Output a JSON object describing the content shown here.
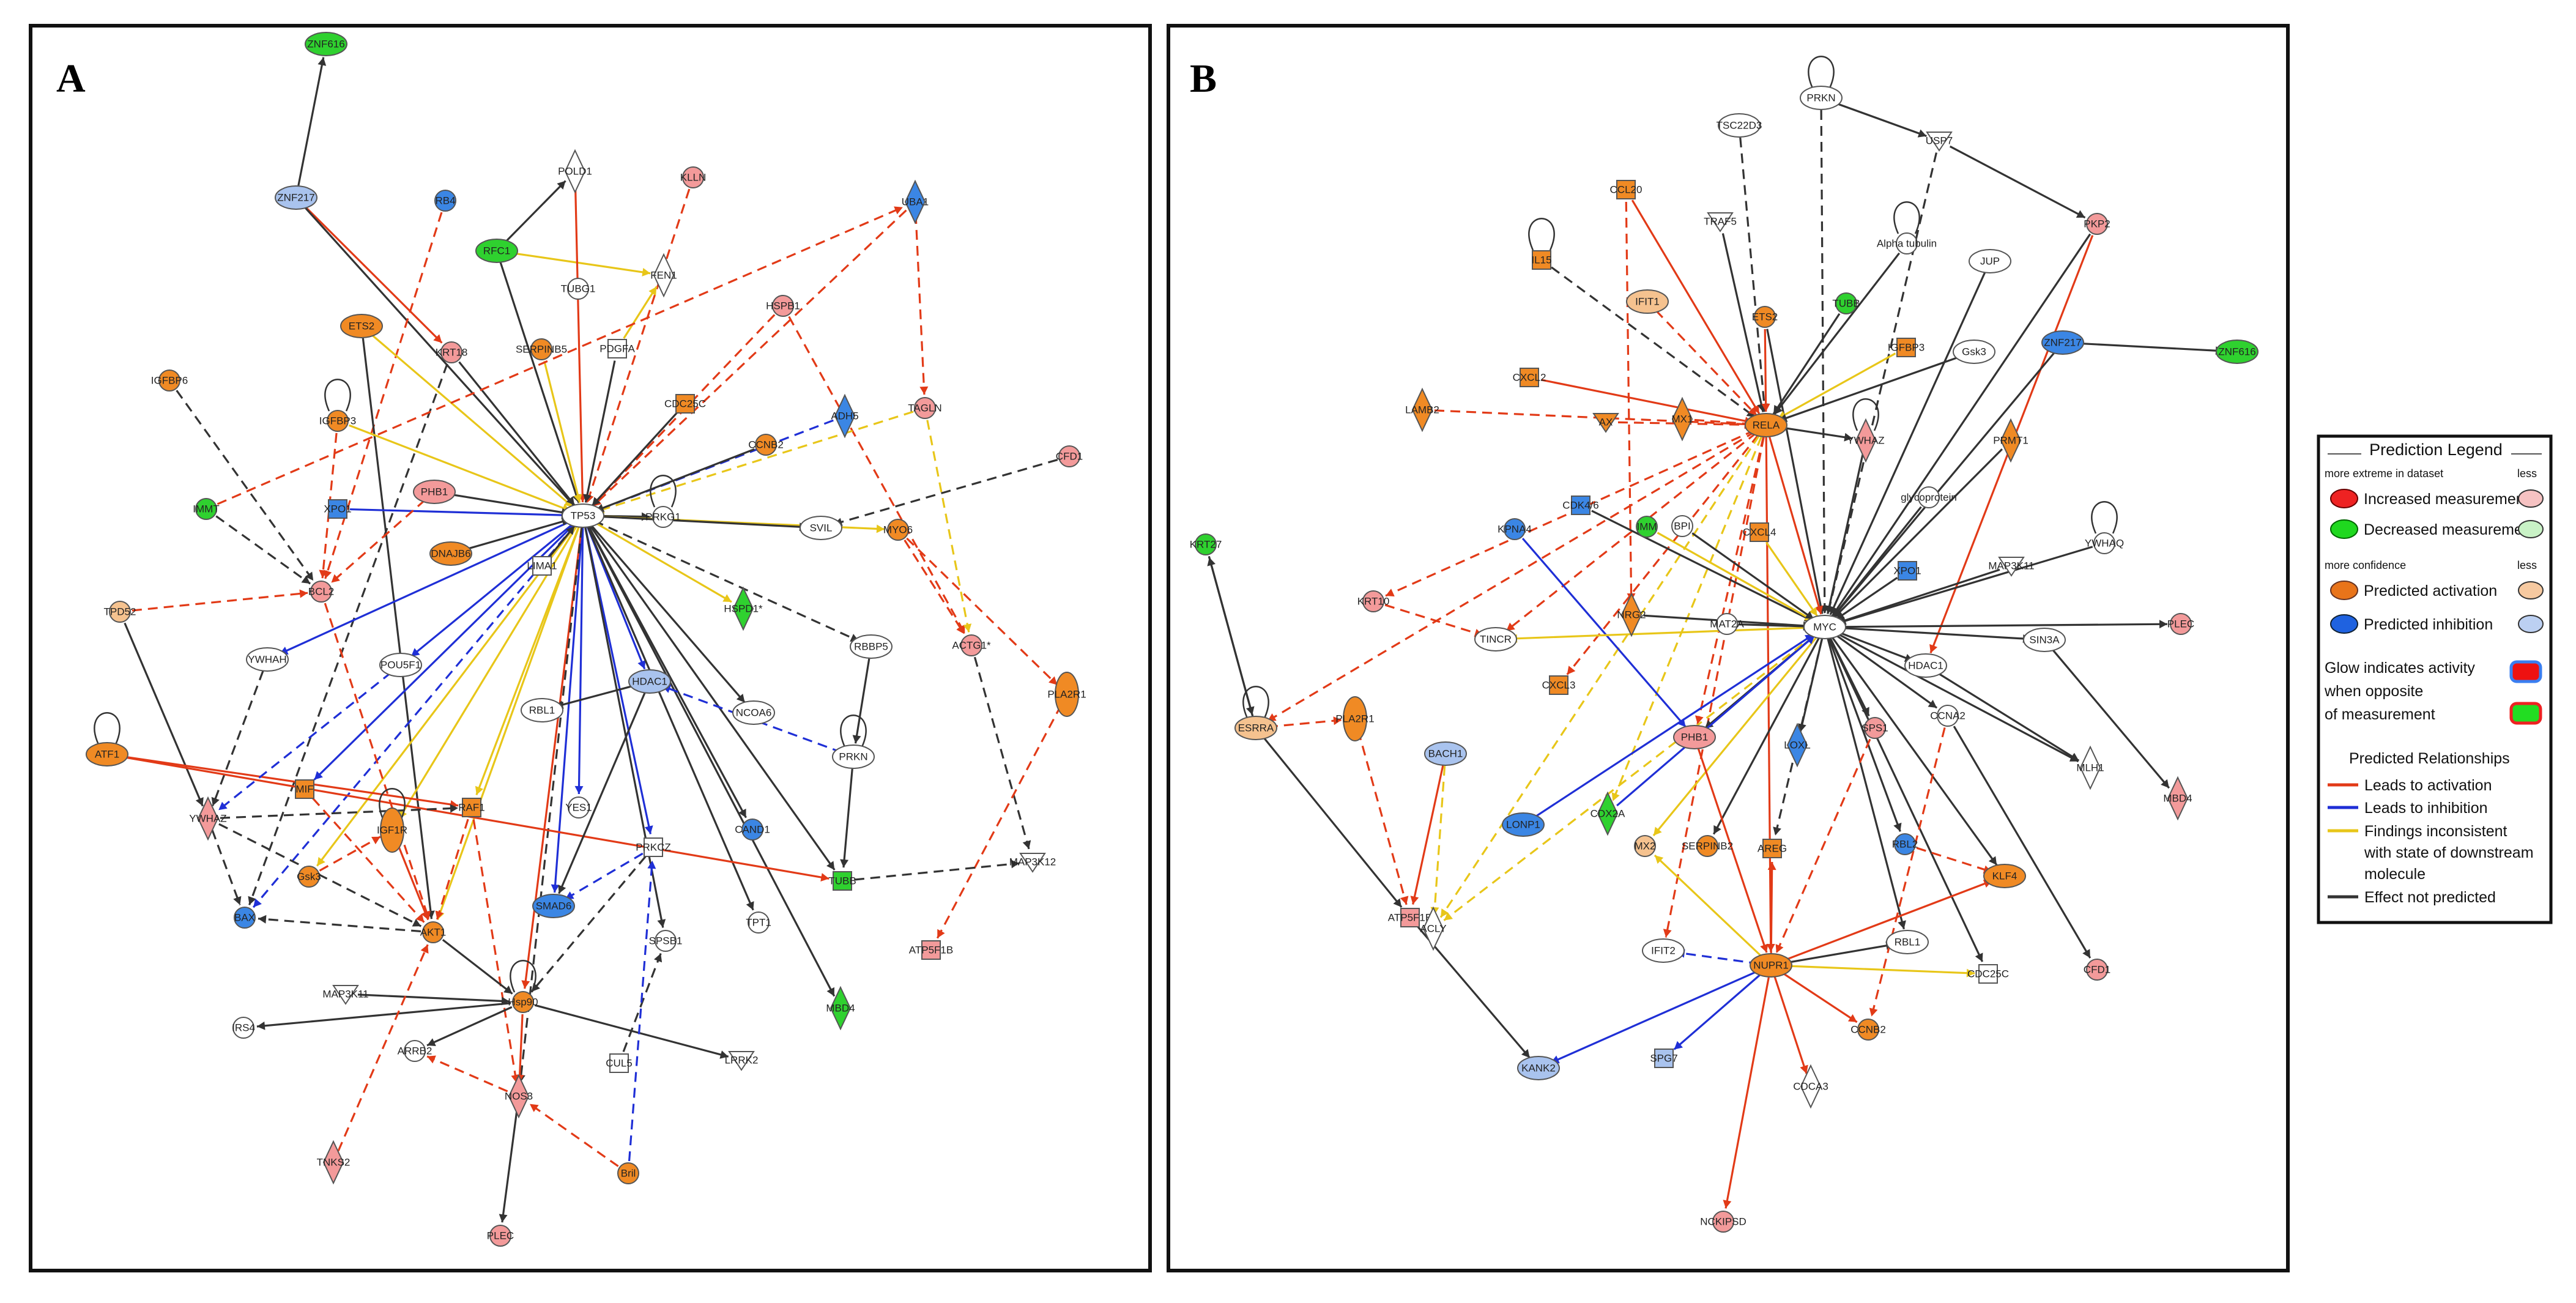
{
  "colors": {
    "increased": "#f08f8f",
    "increased_strong": "#ee2222",
    "decreased": "#33cc33",
    "decreased_strong": "#1fd81f",
    "activation": "#f0891f",
    "inhibition": "#3d7fe0",
    "neutral": "#ffffff",
    "edge_activation": "#e23a17",
    "edge_inhibition": "#1f2fd6",
    "edge_inconsistent": "#e8c619",
    "edge_notpredicted": "#333333",
    "border": "#111111"
  },
  "panels": [
    {
      "letter": "A",
      "nodes": [
        {
          "id": "ZNF616",
          "label": "ZNF616",
          "kind": "decreased",
          "shape": "ellipse"
        },
        {
          "id": "ZNF217",
          "label": "ZNF217",
          "kind": "inhibition_light",
          "shape": "ellipse"
        },
        {
          "id": "POLD1",
          "label": "POLD1",
          "kind": "neutral",
          "shape": "diamond"
        },
        {
          "id": "KLLN",
          "label": "KLLN",
          "kind": "increased",
          "shape": "circle"
        },
        {
          "id": "UBA1",
          "label": "UBA1",
          "kind": "inhibition",
          "shape": "diamond"
        },
        {
          "id": "RB4",
          "label": "RB4",
          "kind": "inhibition",
          "shape": "circle"
        },
        {
          "id": "RFC1",
          "label": "RFC1",
          "kind": "decreased",
          "shape": "ellipse"
        },
        {
          "id": "TUBG1",
          "label": "TUBG1",
          "kind": "neutral",
          "shape": "circle"
        },
        {
          "id": "FEN1",
          "label": "FEN1",
          "kind": "neutral",
          "shape": "diamond"
        },
        {
          "id": "HSPB1",
          "label": "HSPB1",
          "kind": "increased",
          "shape": "circle"
        },
        {
          "id": "ETS2",
          "label": "ETS2",
          "kind": "activation",
          "shape": "ellipse"
        },
        {
          "id": "KRT18",
          "label": "KRT18",
          "kind": "increased",
          "shape": "circle"
        },
        {
          "id": "SERPINB5",
          "label": "SERPINB5",
          "kind": "activation",
          "shape": "circle"
        },
        {
          "id": "PDGFA",
          "label": "PDGFA",
          "kind": "neutral",
          "shape": "square"
        },
        {
          "id": "CDC25C",
          "label": "CDC25C",
          "kind": "activation",
          "shape": "square"
        },
        {
          "id": "ADH5",
          "label": "ADH5",
          "kind": "inhibition",
          "shape": "diamond"
        },
        {
          "id": "TAGLN",
          "label": "TAGLN",
          "kind": "increased",
          "shape": "circle"
        },
        {
          "id": "IGFBP6",
          "label": "IGFBP6",
          "kind": "activation",
          "shape": "circle"
        },
        {
          "id": "IGFBP3",
          "label": "IGFBP3",
          "kind": "activation",
          "shape": "circle"
        },
        {
          "id": "CCNB2",
          "label": "CCNB2",
          "kind": "activation",
          "shape": "circle"
        },
        {
          "id": "CFD1",
          "label": "CFD1",
          "kind": "increased",
          "shape": "circle"
        },
        {
          "id": "IMMT",
          "label": "IMMT",
          "kind": "decreased",
          "shape": "circle"
        },
        {
          "id": "XPO1",
          "label": "XPO1",
          "kind": "inhibition",
          "shape": "square"
        },
        {
          "id": "PHB1",
          "label": "PHB1",
          "kind": "increased",
          "shape": "ellipse"
        },
        {
          "id": "TP53",
          "label": "TP53",
          "kind": "neutral",
          "shape": "ellipse"
        },
        {
          "id": "PRKG1",
          "label": "PRKG1",
          "kind": "neutral",
          "shape": "circle"
        },
        {
          "id": "MYO6",
          "label": "MYO6",
          "kind": "activation",
          "shape": "circle"
        },
        {
          "id": "SVIL",
          "label": "SVIL",
          "kind": "neutral",
          "shape": "ellipse"
        },
        {
          "id": "TPD52",
          "label": "TPD52",
          "kind": "activation_light",
          "shape": "circle"
        },
        {
          "id": "BCL2",
          "label": "BCL2",
          "kind": "increased",
          "shape": "circle"
        },
        {
          "id": "DNAJB6",
          "label": "DNAJB6",
          "kind": "activation",
          "shape": "ellipse"
        },
        {
          "id": "LIMA1",
          "label": "LIMA1",
          "kind": "neutral",
          "shape": "square"
        },
        {
          "id": "HSPD1",
          "label": "HSPD1*",
          "kind": "decreased",
          "shape": "diamond"
        },
        {
          "id": "RBBP5",
          "label": "RBBP5",
          "kind": "neutral",
          "shape": "ellipse"
        },
        {
          "id": "ACTG1",
          "label": "ACTG1*",
          "kind": "increased",
          "shape": "circle"
        },
        {
          "id": "PLA2R1",
          "label": "PLA2R1",
          "kind": "activation",
          "shape": "ellipse_v"
        },
        {
          "id": "YWHAH",
          "label": "YWHAH",
          "kind": "neutral",
          "shape": "ellipse"
        },
        {
          "id": "POU5F1",
          "label": "POU5F1",
          "kind": "neutral",
          "shape": "ellipse"
        },
        {
          "id": "RBL1",
          "label": "RBL1",
          "kind": "neutral",
          "shape": "ellipse"
        },
        {
          "id": "HDAC1",
          "label": "HDAC1",
          "kind": "inhibition_light",
          "shape": "ellipse"
        },
        {
          "id": "NCOA6",
          "label": "NCOA6",
          "kind": "neutral",
          "shape": "ellipse"
        },
        {
          "id": "PRKN",
          "label": "PRKN",
          "kind": "neutral",
          "shape": "ellipse"
        },
        {
          "id": "ATF1",
          "label": "ATF1",
          "kind": "activation",
          "shape": "ellipse"
        },
        {
          "id": "YWHAZ",
          "label": "YWHAZ",
          "kind": "increased",
          "shape": "diamond"
        },
        {
          "id": "MIF",
          "label": "MIF",
          "kind": "activation",
          "shape": "square"
        },
        {
          "id": "IGF1R",
          "label": "IGF1R",
          "kind": "activation",
          "shape": "ellipse_v"
        },
        {
          "id": "RAF1",
          "label": "RAF1",
          "kind": "activation",
          "shape": "square"
        },
        {
          "id": "YES1",
          "label": "YES1",
          "kind": "neutral",
          "shape": "circle"
        },
        {
          "id": "PRKCZ",
          "label": "PRKCZ",
          "kind": "neutral",
          "shape": "square"
        },
        {
          "id": "CAND1",
          "label": "CAND1",
          "kind": "inhibition",
          "shape": "circle"
        },
        {
          "id": "MAP3K12",
          "label": "MAP3K12",
          "kind": "neutral",
          "shape": "triangle"
        },
        {
          "id": "TUBB",
          "label": "TUBB",
          "kind": "decreased",
          "shape": "square"
        },
        {
          "id": "Gsk3",
          "label": "Gsk3",
          "kind": "activation",
          "shape": "circle"
        },
        {
          "id": "AKT1",
          "label": "AKT1",
          "kind": "activation",
          "shape": "circle"
        },
        {
          "id": "BAX",
          "label": "BAX",
          "kind": "inhibition",
          "shape": "circle"
        },
        {
          "id": "SMAD6",
          "label": "SMAD6",
          "kind": "inhibition",
          "shape": "ellipse"
        },
        {
          "id": "TPT1",
          "label": "TPT1",
          "kind": "neutral",
          "shape": "circle"
        },
        {
          "id": "ATP5F1B",
          "label": "ATP5F1B",
          "kind": "increased",
          "shape": "square"
        },
        {
          "id": "MAP3K11",
          "label": "MAP3K11",
          "kind": "neutral",
          "shape": "triangle"
        },
        {
          "id": "SPSB1",
          "label": "SPSB1",
          "kind": "neutral",
          "shape": "circle"
        },
        {
          "id": "MBD4",
          "label": "MBD4",
          "kind": "decreased",
          "shape": "diamond"
        },
        {
          "id": "IRS4",
          "label": "IRS4",
          "kind": "neutral",
          "shape": "circle"
        },
        {
          "id": "ARRB2",
          "label": "ARRB2",
          "kind": "neutral",
          "shape": "circle"
        },
        {
          "id": "Hsp90",
          "label": "Hsp90",
          "kind": "activation",
          "shape": "circle"
        },
        {
          "id": "CUL5",
          "label": "CUL5",
          "kind": "neutral",
          "shape": "square"
        },
        {
          "id": "LRRK2",
          "label": "LRRK2",
          "kind": "neutral",
          "shape": "triangle"
        },
        {
          "id": "NOS3",
          "label": "NOS3",
          "kind": "increased",
          "shape": "diamond"
        },
        {
          "id": "TNKS2",
          "label": "TNKS2",
          "kind": "increased",
          "shape": "diamond"
        },
        {
          "id": "Bril",
          "label": "Bril",
          "kind": "activation",
          "shape": "circle"
        },
        {
          "id": "PLEC",
          "label": "PLEC",
          "kind": "increased",
          "shape": "circle"
        }
      ]
    },
    {
      "letter": "B",
      "nodes": [
        {
          "id": "PRKN",
          "label": "PRKN",
          "kind": "neutral",
          "shape": "ellipse"
        },
        {
          "id": "TSC22D3",
          "label": "TSC22D3",
          "kind": "neutral",
          "shape": "ellipse"
        },
        {
          "id": "USP7",
          "label": "USP7",
          "kind": "neutral",
          "shape": "triangle"
        },
        {
          "id": "CCL20",
          "label": "CCL20",
          "kind": "activation",
          "shape": "square"
        },
        {
          "id": "TRAF5",
          "label": "TRAF5",
          "kind": "neutral",
          "shape": "triangle"
        },
        {
          "id": "AlphaTub",
          "label": "Alpha tubulin",
          "kind": "neutral",
          "shape": "circle"
        },
        {
          "id": "PKP2",
          "label": "PKP2",
          "kind": "increased",
          "shape": "circle"
        },
        {
          "id": "IL15",
          "label": "IL15",
          "kind": "activation",
          "shape": "square"
        },
        {
          "id": "IFIT1",
          "label": "IFIT1",
          "kind": "activation_light",
          "shape": "ellipse"
        },
        {
          "id": "ETS2",
          "label": "ETS2",
          "kind": "activation",
          "shape": "circle"
        },
        {
          "id": "TUBB",
          "label": "TUBB",
          "kind": "decreased",
          "shape": "circle"
        },
        {
          "id": "JUP",
          "label": "JUP",
          "kind": "neutral",
          "shape": "ellipse"
        },
        {
          "id": "IGFBP3",
          "label": "IGFBP3",
          "kind": "activation",
          "shape": "square"
        },
        {
          "id": "Gsk3",
          "label": "Gsk3",
          "kind": "neutral",
          "shape": "ellipse"
        },
        {
          "id": "ZNF217",
          "label": "ZNF217",
          "kind": "inhibition",
          "shape": "ellipse"
        },
        {
          "id": "ZNF616",
          "label": "ZNF616",
          "kind": "decreased",
          "shape": "ellipse"
        },
        {
          "id": "CXCL2",
          "label": "CXCL2",
          "kind": "activation",
          "shape": "square"
        },
        {
          "id": "LAMB2",
          "label": "LAMB2",
          "kind": "activation",
          "shape": "diamond"
        },
        {
          "id": "MX1",
          "label": "MX1",
          "kind": "activation",
          "shape": "diamond"
        },
        {
          "id": "AX",
          "label": "AX",
          "kind": "activation",
          "shape": "triangle"
        },
        {
          "id": "RELA",
          "label": "RELA",
          "kind": "activation",
          "shape": "ellipse"
        },
        {
          "id": "YWHAZ",
          "label": "YWHAZ",
          "kind": "increased",
          "shape": "diamond"
        },
        {
          "id": "PRMT1",
          "label": "PRMT1",
          "kind": "activation",
          "shape": "diamond"
        },
        {
          "id": "Glycoprotein",
          "label": "glycoprotein",
          "kind": "neutral",
          "shape": "circle"
        },
        {
          "id": "YWHAQ",
          "label": "YWHAQ",
          "kind": "neutral",
          "shape": "circle"
        },
        {
          "id": "KRT27",
          "label": "KRT27",
          "kind": "decreased",
          "shape": "circle"
        },
        {
          "id": "CDK4/6",
          "label": "CDK4/6",
          "kind": "inhibition",
          "shape": "square"
        },
        {
          "id": "KPNA4",
          "label": "KPNA4",
          "kind": "inhibition",
          "shape": "circle"
        },
        {
          "id": "IMMT",
          "label": "IMM",
          "kind": "decreased",
          "shape": "circle"
        },
        {
          "id": "BPI",
          "label": "BPI",
          "kind": "neutral",
          "shape": "circle"
        },
        {
          "id": "CXCL4",
          "label": "CXCL4",
          "kind": "activation",
          "shape": "square"
        },
        {
          "id": "XPO1",
          "label": "XPO1",
          "kind": "inhibition",
          "shape": "square"
        },
        {
          "id": "MAP3K11",
          "label": "MAP3K11",
          "kind": "neutral",
          "shape": "triangle"
        },
        {
          "id": "KRT10",
          "label": "KRT10",
          "kind": "increased",
          "shape": "circle"
        },
        {
          "id": "NRG2",
          "label": "NRG2",
          "kind": "activation",
          "shape": "diamond"
        },
        {
          "id": "MAT2A",
          "label": "MAT2A",
          "kind": "neutral",
          "shape": "circle"
        },
        {
          "id": "MYC",
          "label": "MYC",
          "kind": "neutral",
          "shape": "ellipse"
        },
        {
          "id": "SIN3A",
          "label": "SIN3A",
          "kind": "neutral",
          "shape": "ellipse"
        },
        {
          "id": "PLEC",
          "label": "PLEC",
          "kind": "increased",
          "shape": "circle"
        },
        {
          "id": "TINCR",
          "label": "TINCR",
          "kind": "neutral",
          "shape": "ellipse"
        },
        {
          "id": "HDAC1",
          "label": "HDAC1",
          "kind": "neutral",
          "shape": "ellipse"
        },
        {
          "id": "CXCL3",
          "label": "CXCL3",
          "kind": "activation",
          "shape": "square"
        },
        {
          "id": "ESRRA",
          "label": "ESRRA",
          "kind": "activation_light",
          "shape": "ellipse"
        },
        {
          "id": "PLA2R1",
          "label": "PLA2R1",
          "kind": "activation",
          "shape": "ellipse_v"
        },
        {
          "id": "PHB1",
          "label": "PHB1",
          "kind": "increased",
          "shape": "ellipse"
        },
        {
          "id": "LOXL",
          "label": "LOXL",
          "kind": "inhibition",
          "shape": "diamond"
        },
        {
          "id": "SPS1",
          "label": "SPS1",
          "kind": "increased",
          "shape": "circle"
        },
        {
          "id": "MLH1",
          "label": "MLH1",
          "kind": "neutral",
          "shape": "diamond"
        },
        {
          "id": "MBD4",
          "label": "MBD4",
          "kind": "increased",
          "shape": "diamond"
        },
        {
          "id": "BACH1",
          "label": "BACH1",
          "kind": "inhibition_light",
          "shape": "ellipse"
        },
        {
          "id": "CCNA2",
          "label": "CCNA2",
          "kind": "neutral",
          "shape": "circle"
        },
        {
          "id": "LONP1",
          "label": "LONP1",
          "kind": "inhibition",
          "shape": "ellipse"
        },
        {
          "id": "CDX2A",
          "label": "CDX2A",
          "kind": "decreased",
          "shape": "diamond"
        },
        {
          "id": "MX2",
          "label": "MX2",
          "kind": "activation_light",
          "shape": "circle"
        },
        {
          "id": "SERPINB2",
          "label": "SERPINB2",
          "kind": "activation",
          "shape": "circle"
        },
        {
          "id": "AREG",
          "label": "AREG",
          "kind": "activation",
          "shape": "square"
        },
        {
          "id": "RBL2",
          "label": "RBL2",
          "kind": "inhibition",
          "shape": "circle"
        },
        {
          "id": "KLF4",
          "label": "KLF4",
          "kind": "activation",
          "shape": "ellipse"
        },
        {
          "id": "ATP5F1B",
          "label": "ATP5F1B",
          "kind": "increased",
          "shape": "square"
        },
        {
          "id": "ACLY",
          "label": "ACLY",
          "kind": "neutral",
          "shape": "diamond"
        },
        {
          "id": "IFIT2",
          "label": "IFIT2",
          "kind": "neutral",
          "shape": "ellipse"
        },
        {
          "id": "RBL1",
          "label": "RBL1",
          "kind": "neutral",
          "shape": "ellipse"
        },
        {
          "id": "NUPR1",
          "label": "NUPR1",
          "kind": "activation",
          "shape": "ellipse"
        },
        {
          "id": "CDC25C",
          "label": "CDC25C",
          "kind": "neutral",
          "shape": "square"
        },
        {
          "id": "CFD1",
          "label": "CFD1",
          "kind": "increased",
          "shape": "circle"
        },
        {
          "id": "CCNB2",
          "label": "CCNB2",
          "kind": "activation",
          "shape": "circle"
        },
        {
          "id": "KANK2",
          "label": "KANK2",
          "kind": "inhibition_light",
          "shape": "ellipse"
        },
        {
          "id": "SPG7",
          "label": "SPG7",
          "kind": "inhibition_light",
          "shape": "square"
        },
        {
          "id": "CDCA3",
          "label": "CDCA3",
          "kind": "neutral",
          "shape": "diamond"
        },
        {
          "id": "NCKIPSD",
          "label": "NCKIPSD",
          "kind": "increased",
          "shape": "circle"
        }
      ]
    }
  ],
  "legend": {
    "title": "Prediction Legend",
    "extreme_caption": "more extreme in dataset",
    "less1": "less",
    "increased": "Increased measurement",
    "decreased": "Decreased measurement",
    "confidence_caption": "more confidence",
    "less2": "less",
    "activation": "Predicted activation",
    "inhibition": "Predicted inhibition",
    "glow_lines": [
      "Glow indicates activity",
      "when opposite",
      "of measurement"
    ],
    "relationships_title": "Predicted Relationships",
    "rel_activation": "Leads to activation",
    "rel_inhibition": "Leads to inhibition",
    "rel_inconsistent_lines": [
      "Findings inconsistent",
      "with state of downstream",
      "molecule"
    ],
    "rel_notpredicted": "Effect not predicted"
  }
}
